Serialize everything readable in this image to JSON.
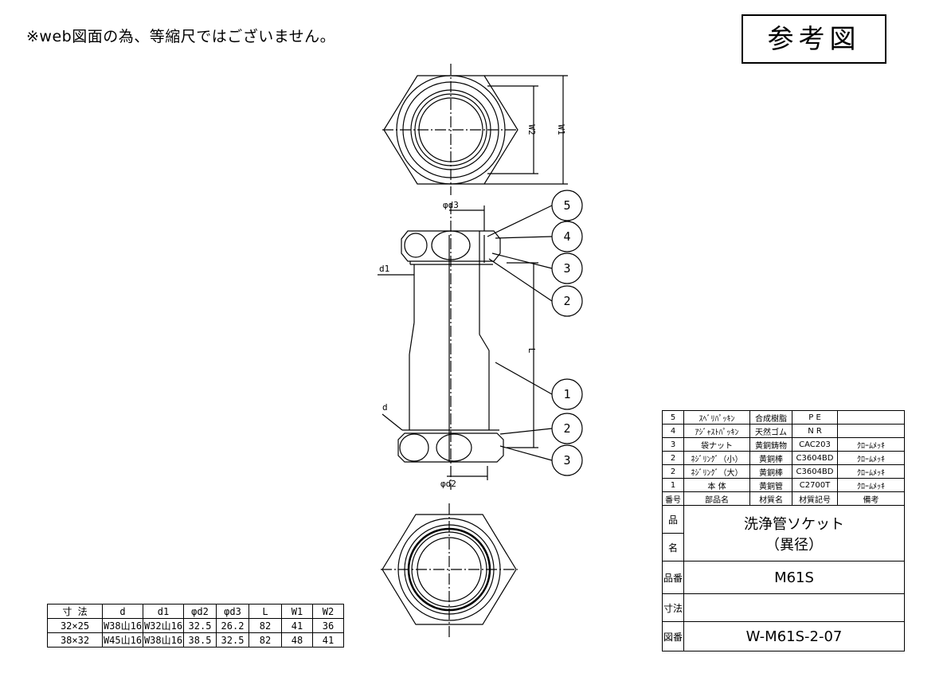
{
  "note": "※web図面の為、等縮尺ではございません。",
  "reference_label": "参考図",
  "callouts": [
    "5",
    "4",
    "3",
    "2",
    "1",
    "2",
    "3"
  ],
  "dim_labels": {
    "w1": "W1",
    "w2": "W2",
    "phi_d3": "φd3",
    "phi_d2": "φd2",
    "d1": "d1",
    "d": "d",
    "L": "L"
  },
  "dimension_table": {
    "headers": [
      "寸 法",
      "d",
      "d1",
      "φd2",
      "φd3",
      "L",
      "W1",
      "W2"
    ],
    "rows": [
      [
        "32×25",
        "W38山16",
        "W32山16",
        "32.5",
        "26.2",
        "82",
        "41",
        "36"
      ],
      [
        "38×32",
        "W45山16",
        "W38山16",
        "38.5",
        "32.5",
        "82",
        "48",
        "41"
      ]
    ]
  },
  "parts_table": {
    "parts": [
      {
        "no": "5",
        "name": "ｽﾍﾞﾘﾊﾟｯｷﾝ",
        "material": "合成樹脂",
        "code": "P E",
        "note": ""
      },
      {
        "no": "4",
        "name": "ｱｼﾞｬｽﾄﾊﾟｯｷﾝ",
        "material": "天然ゴム",
        "code": "N R",
        "note": ""
      },
      {
        "no": "3",
        "name": "袋ナット",
        "material": "黄銅鋳物",
        "code": "CAC203",
        "note": "ｸﾛｰﾑﾒｯｷ"
      },
      {
        "no": "2",
        "name": "ﾈｼﾞﾘﾝｸﾞ（小）",
        "material": "黄銅棒",
        "code": "C3604BD",
        "note": "ｸﾛｰﾑﾒｯｷ"
      },
      {
        "no": "2",
        "name": "ﾈｼﾞﾘﾝｸﾞ（大）",
        "material": "黄銅棒",
        "code": "C3604BD",
        "note": "ｸﾛｰﾑﾒｯｷ"
      },
      {
        "no": "1",
        "name": "本 体",
        "material": "黄銅管",
        "code": "C2700T",
        "note": "ｸﾛｰﾑﾒｯｷ"
      }
    ],
    "headers": [
      "番号",
      "部品名",
      "材質名",
      "材質記号",
      "備考"
    ],
    "product_name_label": [
      "品",
      "名"
    ],
    "product_name": [
      "洗浄管ソケット",
      "（異径）"
    ],
    "product_no_label": "品番",
    "product_no": "M61S",
    "size_label": "寸法",
    "size_value": "",
    "drawing_no_label": "図番",
    "drawing_no": "W-M61S-2-07"
  }
}
